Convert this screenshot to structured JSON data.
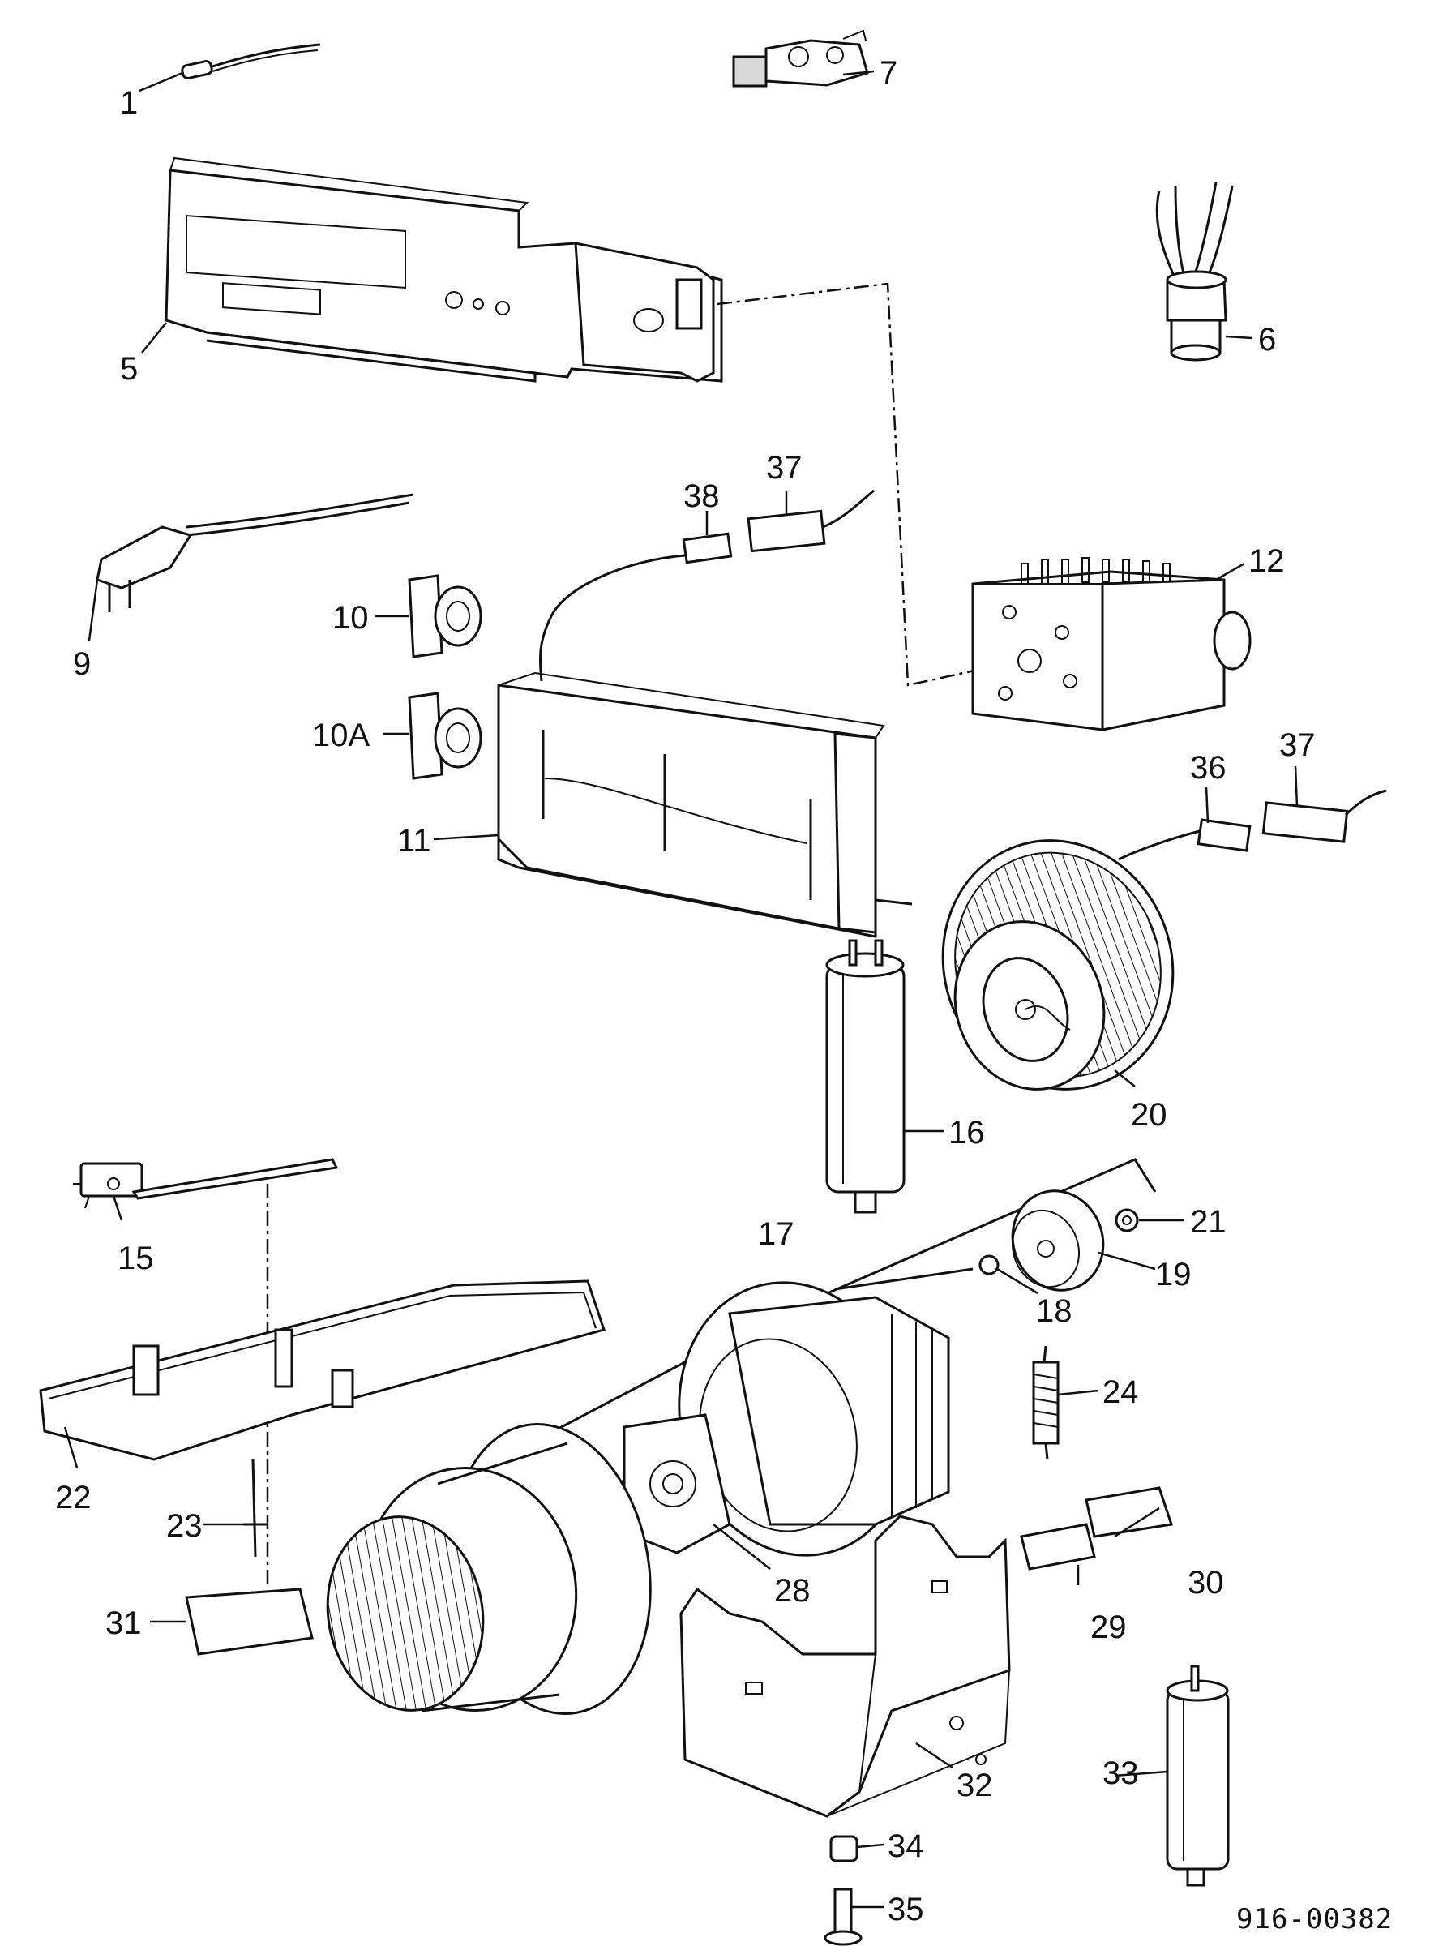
{
  "drawing": {
    "number": "916-00382",
    "callouts": {
      "c1": "1",
      "c5": "5",
      "c6": "6",
      "c7": "7",
      "c9": "9",
      "c10": "10",
      "c10a": "10A",
      "c11": "11",
      "c12": "12",
      "c15": "15",
      "c16": "16",
      "c17": "17",
      "c18": "18",
      "c19": "19",
      "c20": "20",
      "c21": "21",
      "c22": "22",
      "c23": "23",
      "c24": "24",
      "c28": "28",
      "c29": "29",
      "c30": "30",
      "c31": "31",
      "c32": "32",
      "c33": "33",
      "c34": "34",
      "c35": "35",
      "c36": "36",
      "c37a": "37",
      "c37b": "37",
      "c38": "38"
    }
  }
}
